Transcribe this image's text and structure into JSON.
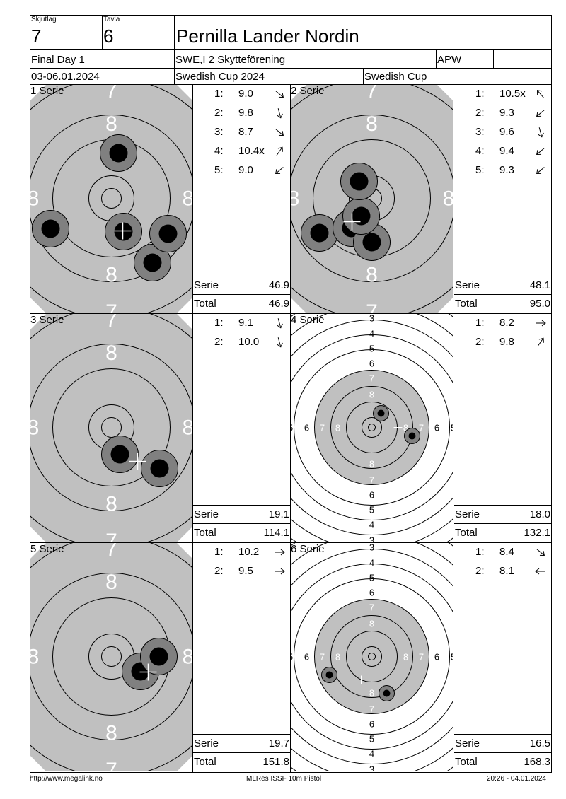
{
  "header": {
    "relay_label": "Skjutlag",
    "relay": "7",
    "target_label": "Tavla",
    "target": "6",
    "name": "Pernilla Lander Nordin",
    "event": "Final Day 1",
    "club": "SWE,I 2 Skytteförening",
    "class": "APW",
    "date": "03-06.01.2024",
    "competition": "Swedish Cup 2024",
    "competition_short": "Swedish Cup"
  },
  "labels": {
    "serie": "Serie",
    "total": "Total"
  },
  "series": [
    {
      "title": "1 Serie",
      "target_type": "zoom",
      "shots": [
        {
          "num": "1:",
          "score": "9.0",
          "dir": "se"
        },
        {
          "num": "2:",
          "score": "9.8",
          "dir": "s"
        },
        {
          "num": "3:",
          "score": "8.7",
          "dir": "se"
        },
        {
          "num": "4:",
          "score": "10.4x",
          "dir": "ne"
        },
        {
          "num": "5:",
          "score": "9.0",
          "dir": "sw"
        }
      ],
      "serie": "46.9",
      "total": "46.9"
    },
    {
      "title": "2 Serie",
      "target_type": "zoom",
      "shots": [
        {
          "num": "1:",
          "score": "10.5x",
          "dir": "nw"
        },
        {
          "num": "2:",
          "score": "9.3",
          "dir": "sw"
        },
        {
          "num": "3:",
          "score": "9.6",
          "dir": "s"
        },
        {
          "num": "4:",
          "score": "9.4",
          "dir": "sw"
        },
        {
          "num": "5:",
          "score": "9.3",
          "dir": "sw"
        }
      ],
      "serie": "48.1",
      "total": "95.0"
    },
    {
      "title": "3 Serie",
      "target_type": "zoom",
      "shots": [
        {
          "num": "1:",
          "score": "9.1",
          "dir": "s"
        },
        {
          "num": "2:",
          "score": "10.0",
          "dir": "s"
        }
      ],
      "serie": "19.1",
      "total": "114.1"
    },
    {
      "title": "4 Serie",
      "target_type": "full",
      "shots": [
        {
          "num": "1:",
          "score": "8.2",
          "dir": "e"
        },
        {
          "num": "2:",
          "score": "9.8",
          "dir": "ne"
        }
      ],
      "serie": "18.0",
      "total": "132.1"
    },
    {
      "title": "5 Serie",
      "target_type": "zoom",
      "shots": [
        {
          "num": "1:",
          "score": "10.2",
          "dir": "e"
        },
        {
          "num": "2:",
          "score": "9.5",
          "dir": "e"
        }
      ],
      "serie": "19.7",
      "total": "151.8"
    },
    {
      "title": "6 Serie",
      "target_type": "full",
      "shots": [
        {
          "num": "1:",
          "score": "8.4",
          "dir": "se"
        },
        {
          "num": "2:",
          "score": "8.1",
          "dir": "w"
        }
      ],
      "serie": "16.5",
      "total": "168.3"
    }
  ],
  "ring_labels_zoom": {
    "top": "7",
    "upper": "8",
    "left": "8",
    "right": "8",
    "lower": "8",
    "bottom": "7"
  },
  "ring_labels_full": [
    "3",
    "4",
    "5",
    "6",
    "7",
    "8"
  ],
  "ring_labels_full_side": [
    "5",
    "6",
    "7",
    "8"
  ],
  "footer": {
    "url": "http://www.megalink.no",
    "program": "MLRes ISSF 10m Pistol",
    "timestamp": "20:26 - 04.01.2024"
  },
  "colors": {
    "target_grey": "#c0c0c0",
    "halo_grey": "#808080",
    "shot_black": "#000000"
  }
}
